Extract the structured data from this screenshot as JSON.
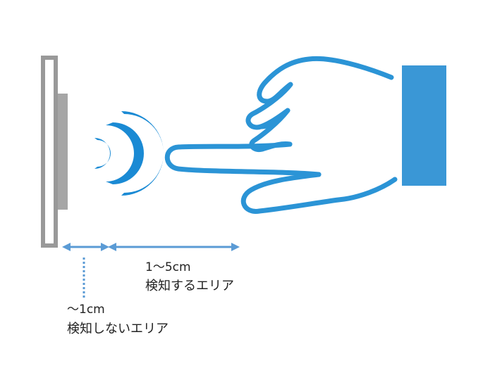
{
  "diagram": {
    "detect_area": {
      "range": "1〜5cm",
      "caption": "検知するエリア"
    },
    "no_detect_area": {
      "range": "〜1cm",
      "caption": "検知しないエリア"
    },
    "colors": {
      "device_frame": "#999999",
      "device_panel": "#a6a6a6",
      "signal": "#1a8ad4",
      "hand_outline": "#2b94d6",
      "sleeve": "#3a97d6",
      "arrow": "#5b9bd5",
      "text": "#222222"
    },
    "icons": [
      "sensor-device-icon",
      "wireless-signal-icon",
      "pointing-hand-icon"
    ]
  }
}
